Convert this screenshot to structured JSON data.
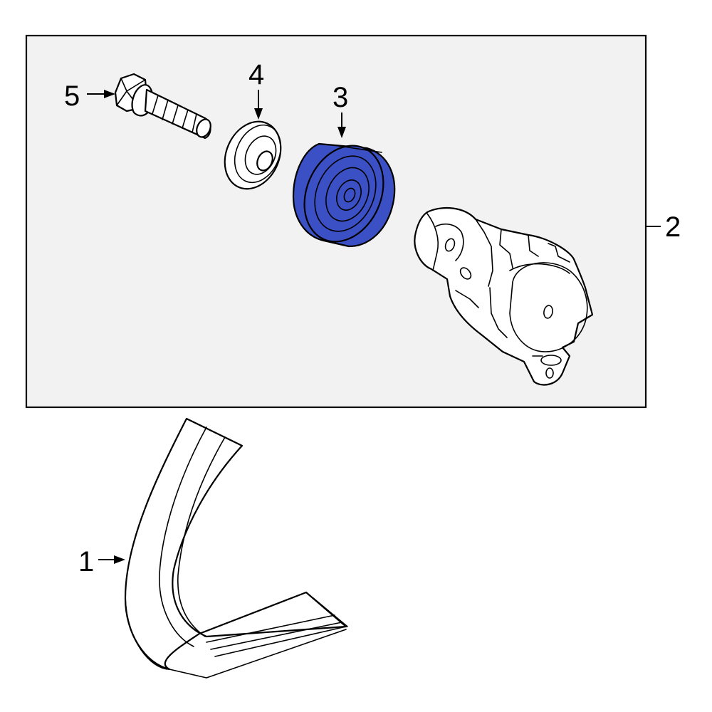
{
  "callouts": {
    "belt": "1",
    "tensioner_assembly": "2",
    "pulley": "3",
    "pulley_cover": "4",
    "bolt": "5"
  },
  "colors": {
    "highlight": "#3a50c4",
    "line": "#000000",
    "panel_fill": "#f2f2f2",
    "background": "#ffffff"
  }
}
